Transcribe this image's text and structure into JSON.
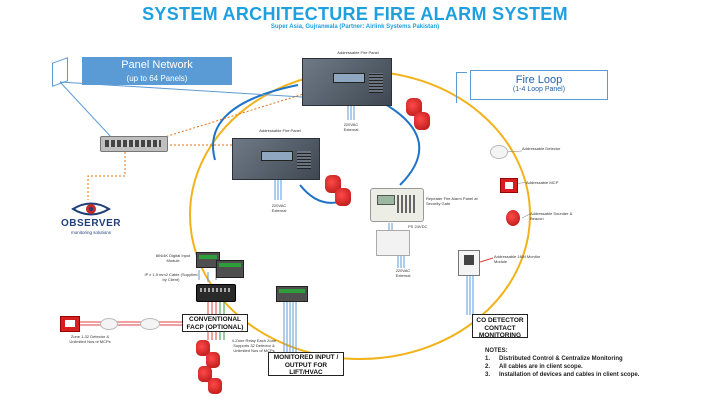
{
  "header": {
    "title": "SYSTEM ARCHITECTURE FIRE ALARM SYSTEM",
    "subtitle": "Super Asia, Gujranwala (Partner: Airlink Systems Pakistan)"
  },
  "boxes": {
    "panel_network": {
      "line1": "Panel Network",
      "line2": "(up to 64 Panels)"
    },
    "fire_loop": {
      "line1": "Fire Loop",
      "line2": "(1-4 Loop Panel)"
    },
    "conventional_facp": {
      "line1": "CONVENTIONAL",
      "line2": "FACP (OPTIONAL)"
    },
    "monitored_io": {
      "line1": "MONITORED INPUT /",
      "line2": "OUTPUT FOR",
      "line3": "LIFT/HVAC"
    },
    "co_detector": {
      "line1": "CO DETECTOR",
      "line2": "CONTACT",
      "line3": "MONITORING"
    }
  },
  "labels": {
    "panel_top": "Addressable Fire Panel",
    "panel_mid": "Addressable Fire Panel",
    "power_top": "220VAC External",
    "power_mid": "220VAC External",
    "repeater": "Repeater Fire Alarm Panel at Security Gate",
    "ps": "PS 24VDC",
    "power_repeater": "220VAC External",
    "detector": "Addressable Detector",
    "mcp": "Addressable MCP",
    "sounder": "Addressable Sounder & Beacon",
    "monitor_module": "Addressable 16IN Monitor Module",
    "io_module": "8IN/4K Digital Input Module",
    "cable": "IP x 1.5 mm2 Cable (Supplied by Client)",
    "zone": "Zone 1-32 Detector & Unlimited Nos of MCPs",
    "relay": "4-Zone Relay Each Zone Supports 32 Detector & Unlimited Nos of MCPs"
  },
  "logo": {
    "name": "OBSERVER",
    "tagline": "monitoring solutions"
  },
  "notes": {
    "heading": "NOTES:",
    "items": [
      {
        "num": "1.",
        "text": "Distributed Control & Centralize Monitoring"
      },
      {
        "num": "2.",
        "text": "All cables are in client scope."
      },
      {
        "num": "3.",
        "text": "Installation of devices and cables in client scope."
      }
    ]
  },
  "colors": {
    "title": "#1ea0e0",
    "loop": "#f2b21a",
    "network": "#1e73c8",
    "accent_box": "#5b9bd5",
    "device_red": "#d81f1f",
    "observer_orange": "#e2731a"
  }
}
